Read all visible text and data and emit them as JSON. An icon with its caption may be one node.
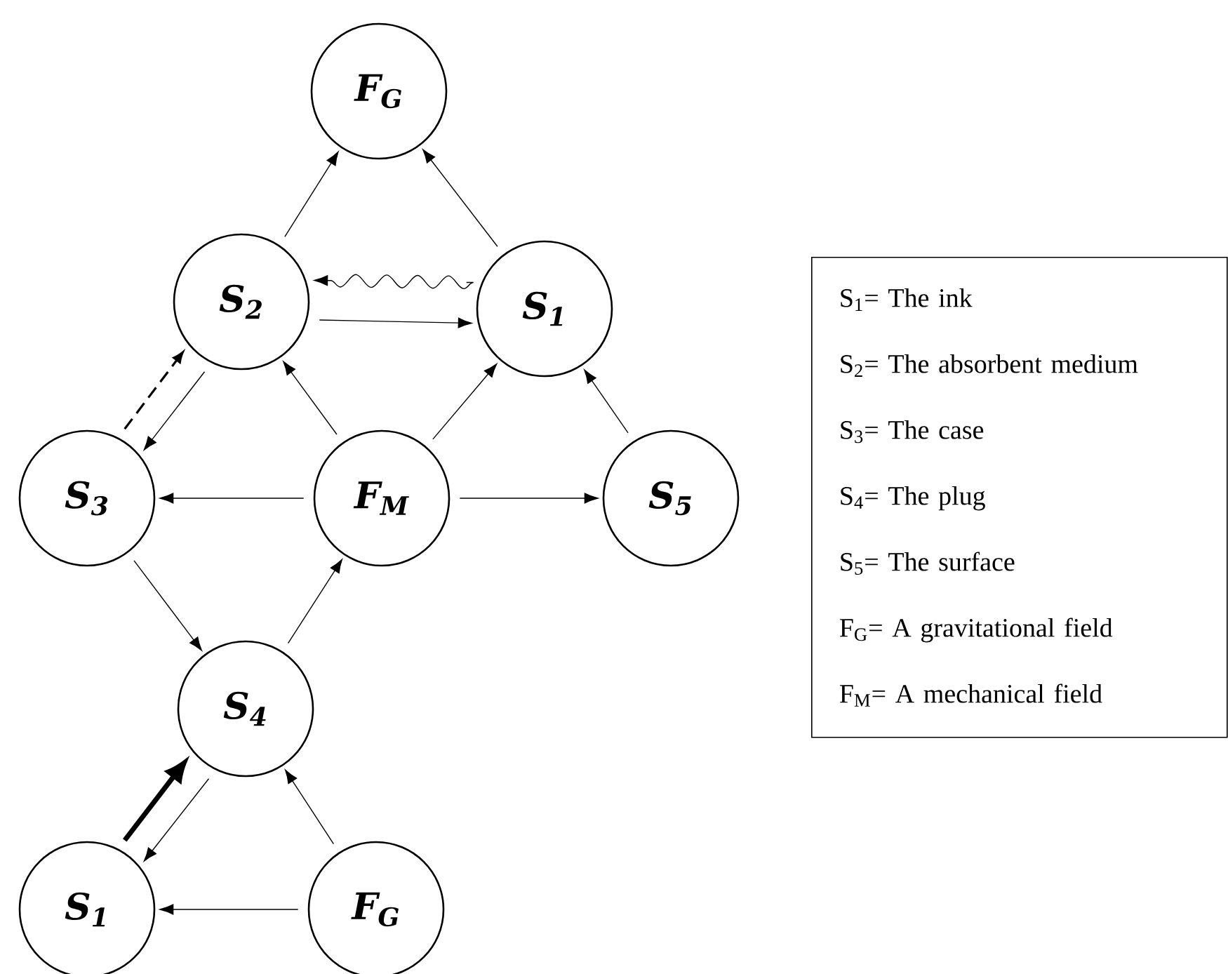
{
  "diagram": {
    "nodes": [
      {
        "text": [
          "F$_{G}$"
        ]
      },
      {
        "text": [
          "S$_{2}$"
        ]
      },
      {
        "text": [
          "S$_{1}$"
        ]
      },
      {
        "text": [
          "S$_{3}$"
        ]
      },
      {
        "text": [
          "F$_{M}$"
        ]
      },
      {
        "text": [
          "S$_{5}$"
        ]
      },
      {
        "text": [
          "S$_{4}$"
        ]
      },
      {
        "text": [
          "S$_{1}$"
        ]
      },
      {
        "text": [
          "F$_{G}$"
        ]
      },
      {
        "text": [
          "S$_{1}$= The ink",
          "S$_{2}$= The absorbent medium",
          "S$_{3}$= The case",
          "S$_{4}$= The plug",
          "S$_{5}$= The surface",
          "F$_{G}$= A gravitational field",
          "F$_{M}$= A mechanical field"
        ]
      }
    ],
    "edges": [
      {
        "from": 1,
        "to": 0,
        "arrow": "to"
      },
      {
        "from": 2,
        "to": 0,
        "arrow": "to"
      },
      {
        "from": 2,
        "to": 1,
        "arrow": "to"
      },
      {
        "from": 1,
        "to": 2,
        "arrow": "to"
      },
      {
        "from": 3,
        "to": 1,
        "arrow": "to",
        "style": "dashed"
      },
      {
        "from": 1,
        "to": 3,
        "arrow": "to"
      },
      {
        "from": 4,
        "to": 1,
        "arrow": "to"
      },
      {
        "from": 4,
        "to": 2,
        "arrow": "to"
      },
      {
        "from": 5,
        "to": 2,
        "arrow": "to"
      },
      {
        "from": 4,
        "to": 3,
        "arrow": "to"
      },
      {
        "from": 4,
        "to": 5,
        "arrow": "to"
      },
      {
        "from": 3,
        "to": 6,
        "arrow": "to"
      },
      {
        "from": 6,
        "to": 4,
        "arrow": "to"
      },
      {
        "from": 7,
        "to": 6,
        "arrow": "to",
        "style": "thick"
      },
      {
        "from": 6,
        "to": 7,
        "arrow": "to"
      },
      {
        "from": 8,
        "to": 6,
        "arrow": "to"
      },
      {
        "from": 8,
        "to": 7,
        "arrow": "to"
      }
    ]
  }
}
